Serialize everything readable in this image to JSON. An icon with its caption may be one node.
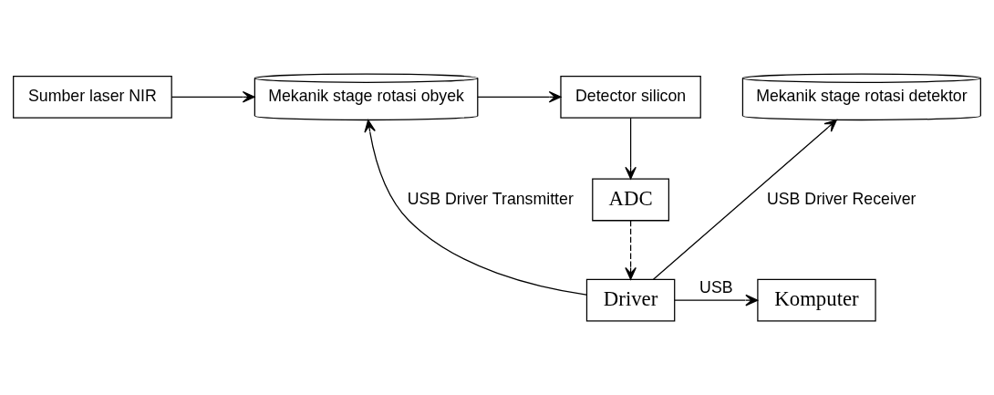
{
  "diagram": {
    "nodes": [
      {
        "text": [
          "Sumber laser NIR"
        ]
      },
      {
        "text": [
          "Mekanik stage rotasi obyek"
        ]
      },
      {
        "text": [
          "Detector silicon"
        ]
      },
      {
        "text": [
          "Mekanik stage rotasi detektor"
        ]
      },
      {
        "text": [
          "ADC"
        ]
      },
      {
        "text": [
          "Komputer"
        ]
      },
      {
        "text": [
          "Driver"
        ]
      }
    ],
    "edges": [
      {
        "from": 0,
        "to": 1,
        "arrow": "to"
      },
      {
        "from": 1,
        "to": 2,
        "arrow": "to"
      },
      {
        "from": 2,
        "to": 4,
        "arrow": "to"
      },
      {
        "from": 4,
        "to": 6,
        "arrow": "to",
        "style": "dashed"
      },
      {
        "from": 6,
        "to": 1,
        "arrow": "to",
        "label": "USB Driver Transmitter"
      },
      {
        "from": 6,
        "to": 3,
        "arrow": "to",
        "label": "USB Driver Receiver"
      },
      {
        "from": 6,
        "to": 5,
        "arrow": "to",
        "label": "USB"
      }
    ]
  }
}
